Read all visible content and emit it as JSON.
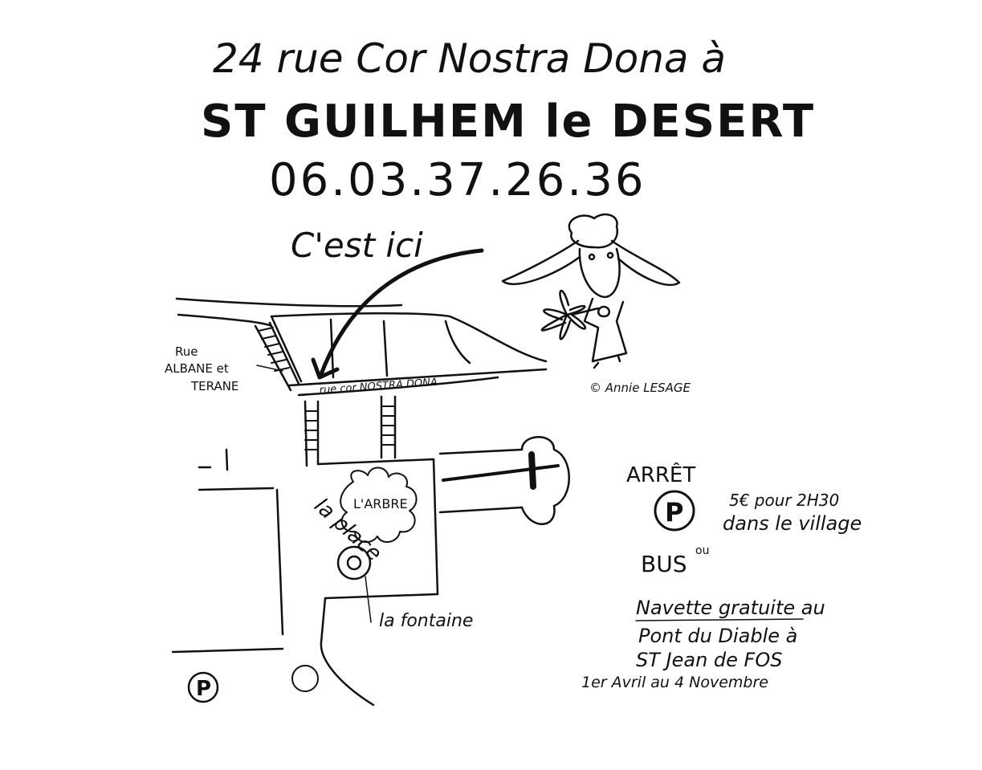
{
  "header": {
    "address_line": "24 rue Cor Nostra Dona à",
    "village_line": "ST GUILHEM le DESERT",
    "phone": "06.03.37.26.36"
  },
  "map": {
    "here_label": "C'est ici",
    "street_cor_nostra_dona": "rue cor NOSTRA DONA",
    "street_albane_line1": "Rue",
    "street_albane_line2": "ALBANE et",
    "street_albane_line3": "TERANE",
    "tree_label": "L'ARBRE",
    "square_label": "la place",
    "fountain_label": "la fontaine",
    "parking_symbol": "P"
  },
  "credit": "© Annie LESAGE",
  "parking": {
    "stop_label": "ARRÊT",
    "symbol": "P",
    "price_line1": "5€ pour 2H30",
    "price_line2": "dans le village"
  },
  "bus": {
    "label": "BUS",
    "or_label": "ou",
    "shuttle_line1": "Navette gratuite au",
    "shuttle_line2": "Pont du Diable à",
    "shuttle_line3": "ST Jean de FOS",
    "shuttle_line4": "1er Avril au 4 Novembre"
  }
}
